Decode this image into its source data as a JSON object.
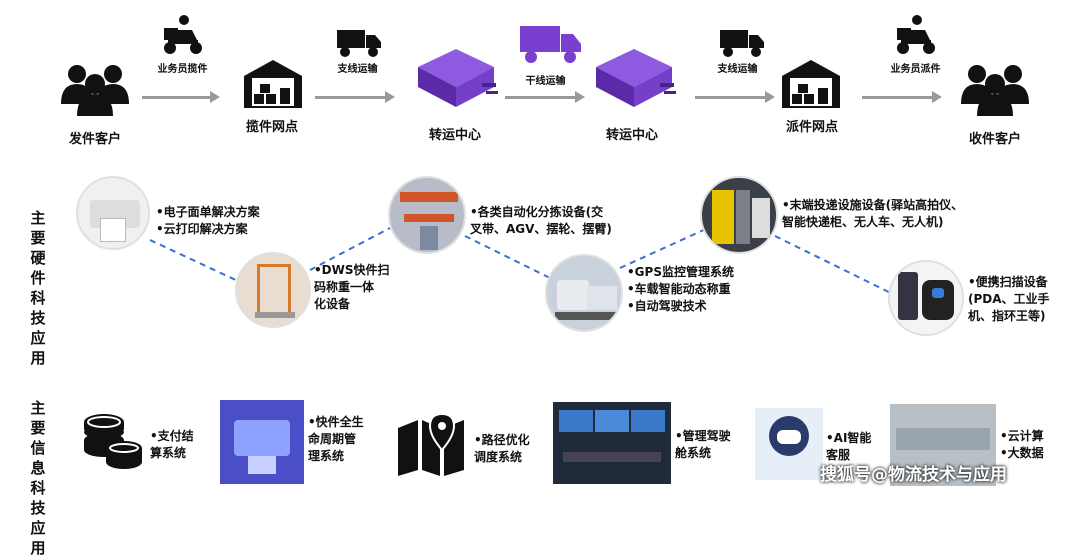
{
  "flow": {
    "nodes": [
      "发件客户",
      "揽件网点",
      "转运中心",
      "转运中心",
      "派件网点",
      "收件客户"
    ],
    "arrows": [
      "业务员揽件",
      "支线运输",
      "干线运输",
      "支线运输",
      "业务员派件"
    ]
  },
  "sections": {
    "hardware": "主要硬件科技应用",
    "info": "主要信息科技应用"
  },
  "hardware_items": [
    {
      "lines": [
        "•电子面单解决方案",
        "•云打印解决方案"
      ]
    },
    {
      "lines": [
        "•DWS快件扫",
        "码称重一体",
        "化设备"
      ]
    },
    {
      "lines": [
        "•各类自动化分拣设备(交",
        "叉带、AGV、摆轮、摆臂)"
      ]
    },
    {
      "lines": [
        "•GPS监控管理系统",
        "•车载智能动态称重",
        "•自动驾驶技术"
      ]
    },
    {
      "lines": [
        "•末端投递设施设备(驿站高拍仪、",
        "智能快递柜、无人车、无人机)"
      ]
    },
    {
      "lines": [
        "•便携扫描设备",
        "(PDA、工业手",
        "机、指环王等)"
      ]
    }
  ],
  "info_items": [
    {
      "lines": [
        "•支付结",
        "算系统"
      ]
    },
    {
      "lines": [
        "•快件全生",
        "命周期管",
        "理系统"
      ]
    },
    {
      "lines": [
        "•路径优化",
        "调度系统"
      ]
    },
    {
      "lines": [
        "•管理驾驶",
        "舱系统"
      ]
    },
    {
      "lines": [
        "•AI智能",
        "客服"
      ]
    },
    {
      "lines": [
        "•云计算",
        "•大数据"
      ]
    }
  ],
  "watermark": "搜狐号@物流技术与应用",
  "colors": {
    "accent": "#7b3fd0",
    "dash": "#3a6fd0",
    "arrow": "#999999"
  }
}
